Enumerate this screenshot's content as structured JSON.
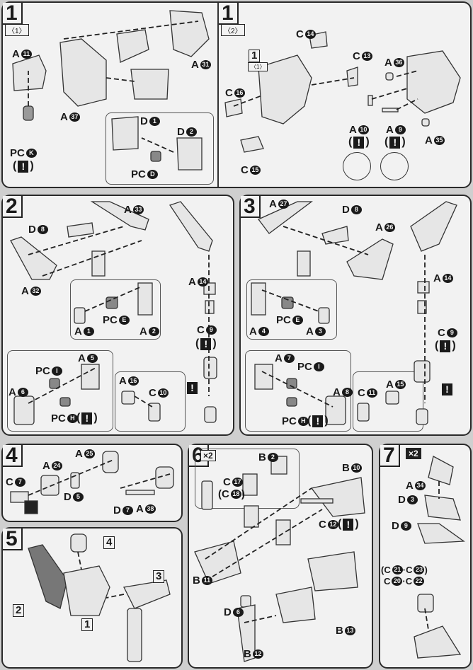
{
  "step1": {
    "number": "1",
    "sub1": "〈1〉",
    "sub2": "〈2〉",
    "ref_box": "1",
    "ref_sub": "〈1〉",
    "labels": {
      "a11": {
        "p": "A",
        "n": "11"
      },
      "pck": {
        "p": "PC",
        "n": "K"
      },
      "a37": {
        "p": "A",
        "n": "37"
      },
      "a31": {
        "p": "A",
        "n": "31"
      },
      "d1": {
        "p": "D",
        "n": "1"
      },
      "d2": {
        "p": "D",
        "n": "2"
      },
      "pcd": {
        "p": "PC",
        "n": "D"
      },
      "c14": {
        "p": "C",
        "n": "14"
      },
      "c13": {
        "p": "C",
        "n": "13"
      },
      "c16": {
        "p": "C",
        "n": "16"
      },
      "c15": {
        "p": "C",
        "n": "15"
      },
      "a36": {
        "p": "A",
        "n": "36"
      },
      "a10": {
        "p": "A",
        "n": "10"
      },
      "a9": {
        "p": "A",
        "n": "9"
      },
      "a35": {
        "p": "A",
        "n": "35"
      }
    }
  },
  "step2": {
    "number": "2",
    "labels": {
      "a33": {
        "p": "A",
        "n": "33"
      },
      "d8": {
        "p": "D",
        "n": "8"
      },
      "a32": {
        "p": "A",
        "n": "32"
      },
      "a14": {
        "p": "A",
        "n": "14"
      },
      "pce": {
        "p": "PC",
        "n": "E"
      },
      "a1": {
        "p": "A",
        "n": "1"
      },
      "a2": {
        "p": "A",
        "n": "2"
      },
      "c9": {
        "p": "C",
        "n": "9"
      },
      "a5": {
        "p": "A",
        "n": "5"
      },
      "pci": {
        "p": "PC",
        "n": "I"
      },
      "a6": {
        "p": "A",
        "n": "6"
      },
      "pch": {
        "p": "PC",
        "n": "H"
      },
      "a16": {
        "p": "A",
        "n": "16"
      },
      "c10": {
        "p": "C",
        "n": "10"
      }
    }
  },
  "step3": {
    "number": "3",
    "labels": {
      "a27": {
        "p": "A",
        "n": "27"
      },
      "d8": {
        "p": "D",
        "n": "8"
      },
      "a26": {
        "p": "A",
        "n": "26"
      },
      "a14": {
        "p": "A",
        "n": "14"
      },
      "a4": {
        "p": "A",
        "n": "4"
      },
      "pce": {
        "p": "PC",
        "n": "E"
      },
      "a3": {
        "p": "A",
        "n": "3"
      },
      "c9": {
        "p": "C",
        "n": "9"
      },
      "a7": {
        "p": "A",
        "n": "7"
      },
      "pci": {
        "p": "PC",
        "n": "I"
      },
      "a8": {
        "p": "A",
        "n": "8"
      },
      "pch": {
        "p": "PC",
        "n": "H"
      },
      "c11": {
        "p": "C",
        "n": "11"
      },
      "a15": {
        "p": "A",
        "n": "15"
      }
    }
  },
  "step4": {
    "number": "4",
    "labels": {
      "c7": {
        "p": "C",
        "n": "7"
      },
      "a24": {
        "p": "A",
        "n": "24"
      },
      "a25": {
        "p": "A",
        "n": "25"
      },
      "d5": {
        "p": "D",
        "n": "5"
      },
      "d7": {
        "p": "D",
        "n": "7"
      },
      "a38": {
        "p": "A",
        "n": "38"
      }
    }
  },
  "step5": {
    "number": "5",
    "refs": [
      "1",
      "2",
      "3",
      "4"
    ]
  },
  "step6": {
    "number": "6",
    "multiplier": "×2",
    "labels": {
      "b2": {
        "p": "B",
        "n": "2"
      },
      "c17": {
        "p": "C",
        "n": "17"
      },
      "c18": {
        "p": "C",
        "n": "18"
      },
      "b10": {
        "p": "B",
        "n": "10"
      },
      "c12": {
        "p": "C",
        "n": "12"
      },
      "b11": {
        "p": "B",
        "n": "11"
      },
      "d6": {
        "p": "D",
        "n": "6"
      },
      "b13": {
        "p": "B",
        "n": "13"
      },
      "b12": {
        "p": "B",
        "n": "12"
      }
    }
  },
  "step7": {
    "number": "7",
    "multiplier": "×2",
    "labels": {
      "a34": {
        "p": "A",
        "n": "34"
      },
      "d3": {
        "p": "D",
        "n": "3"
      },
      "d9": {
        "p": "D",
        "n": "9"
      },
      "c21": {
        "p": "C",
        "n": "21"
      },
      "c23": {
        "p": "C",
        "n": "23"
      },
      "c20": {
        "p": "C",
        "n": "20"
      },
      "c22": {
        "p": "C",
        "n": "22"
      }
    },
    "separator": "·"
  },
  "common": {
    "warning_mark": "!",
    "open_paren": "(",
    "close_paren": ")"
  }
}
